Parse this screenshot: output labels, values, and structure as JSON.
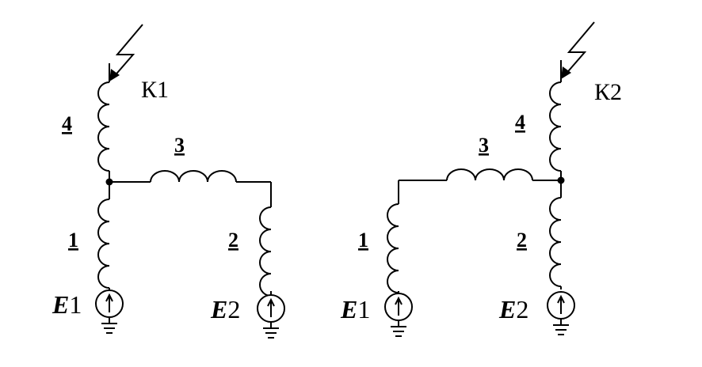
{
  "left": {
    "fault_label": "К1",
    "branch_labels": {
      "b1": "1",
      "b2": "2",
      "b3": "3",
      "b4": "4"
    },
    "sources": [
      {
        "letter": "E",
        "index": "1"
      },
      {
        "letter": "E",
        "index": "2"
      }
    ]
  },
  "right": {
    "fault_label": "К2",
    "branch_labels": {
      "b1": "1",
      "b2": "2",
      "b3": "3",
      "b4": "4"
    },
    "sources": [
      {
        "letter": "E",
        "index": "1"
      },
      {
        "letter": "E",
        "index": "2"
      }
    ]
  },
  "icons": {
    "fault": "lightning-fault-icon",
    "source": "voltage-source-icon",
    "ground": "ground-icon"
  }
}
